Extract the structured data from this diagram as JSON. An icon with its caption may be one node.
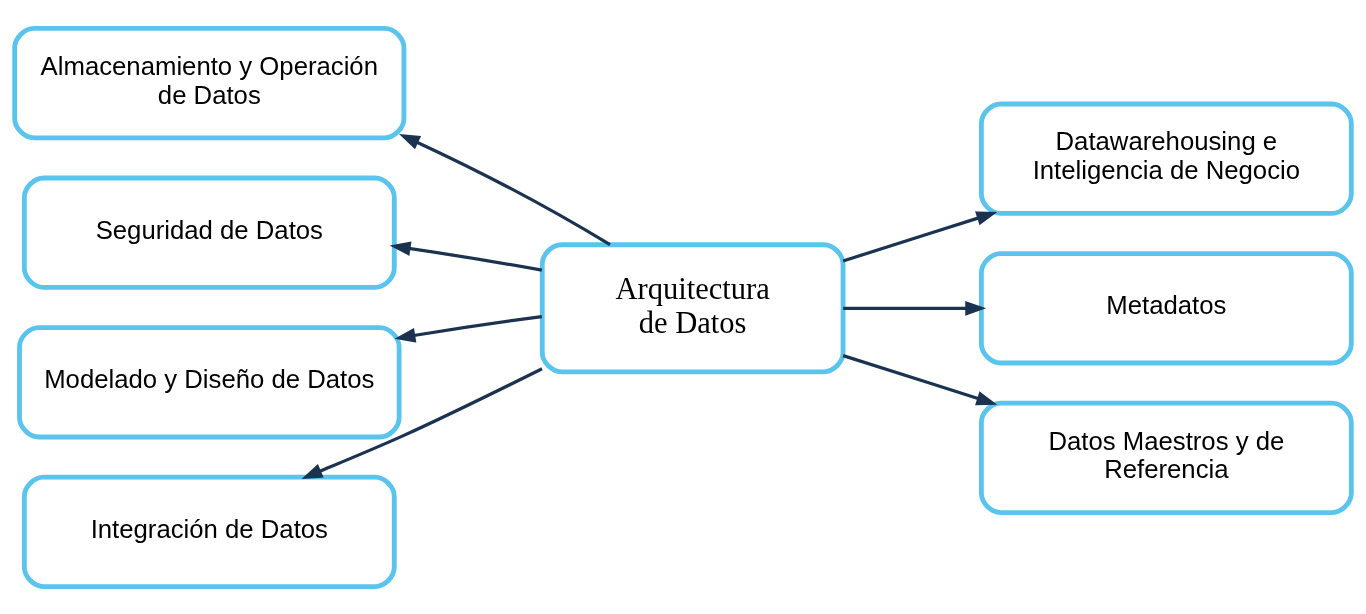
{
  "diagram": {
    "nodes": [
      {
        "text": [
          "Arquitectura de Datos"
        ]
      },
      {
        "text": [
          "Almacenamiento y Operación de Datos"
        ]
      },
      {
        "text": [
          "Seguridad de Datos"
        ]
      },
      {
        "text": [
          "Modelado y Diseño de Datos"
        ]
      },
      {
        "text": [
          "Integración de Datos"
        ]
      },
      {
        "text": [
          "Datawarehousing e Inteligencia de Negocio"
        ]
      },
      {
        "text": [
          "Metadatos"
        ]
      },
      {
        "text": [
          "Datos Maestros y de Referencia"
        ]
      }
    ],
    "edges": [
      {
        "from": 0,
        "to": 1,
        "arrow": "to"
      },
      {
        "from": 0,
        "to": 2,
        "arrow": "to"
      },
      {
        "from": 0,
        "to": 3,
        "arrow": "to"
      },
      {
        "from": 0,
        "to": 4,
        "arrow": "to"
      },
      {
        "from": 0,
        "to": 5,
        "arrow": "to"
      },
      {
        "from": 0,
        "to": 6,
        "arrow": "to"
      },
      {
        "from": 0,
        "to": 7,
        "arrow": "to"
      }
    ]
  }
}
